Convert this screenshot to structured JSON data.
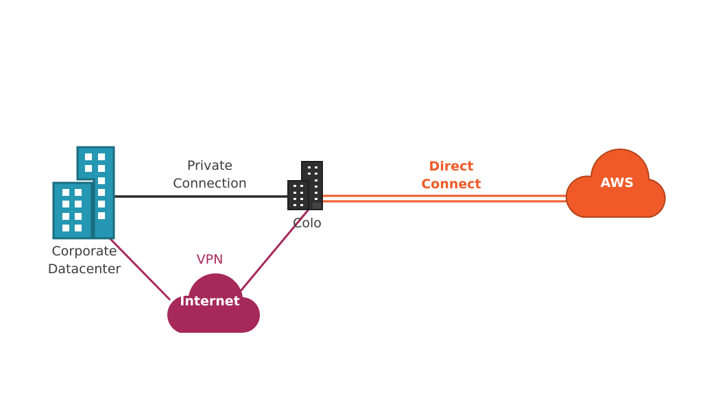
{
  "colors": {
    "datacenter": "#2597b2",
    "datacenter_stroke": "#1a6e80",
    "colo": "#2f2f2f",
    "private_line": "#2a2a2a",
    "direct_connect": "#f05a28",
    "aws": "#f05a28",
    "vpn": "#a6295a",
    "text_dark": "#3a3a3a"
  },
  "nodes": {
    "datacenter": {
      "line1": "Corporate",
      "line2": "Datacenter",
      "icon": "office-buildings-icon"
    },
    "colo": {
      "label": "Colo",
      "icon": "colo-buildings-icon"
    },
    "internet": {
      "label": "Internet",
      "icon": "cloud-icon"
    },
    "aws": {
      "label": "AWS",
      "icon": "cloud-icon"
    }
  },
  "links": {
    "private": {
      "line1": "Private",
      "line2": "Connection"
    },
    "direct_connect": {
      "line1": "Direct",
      "line2": "Connect"
    },
    "vpn": {
      "label": "VPN"
    }
  }
}
